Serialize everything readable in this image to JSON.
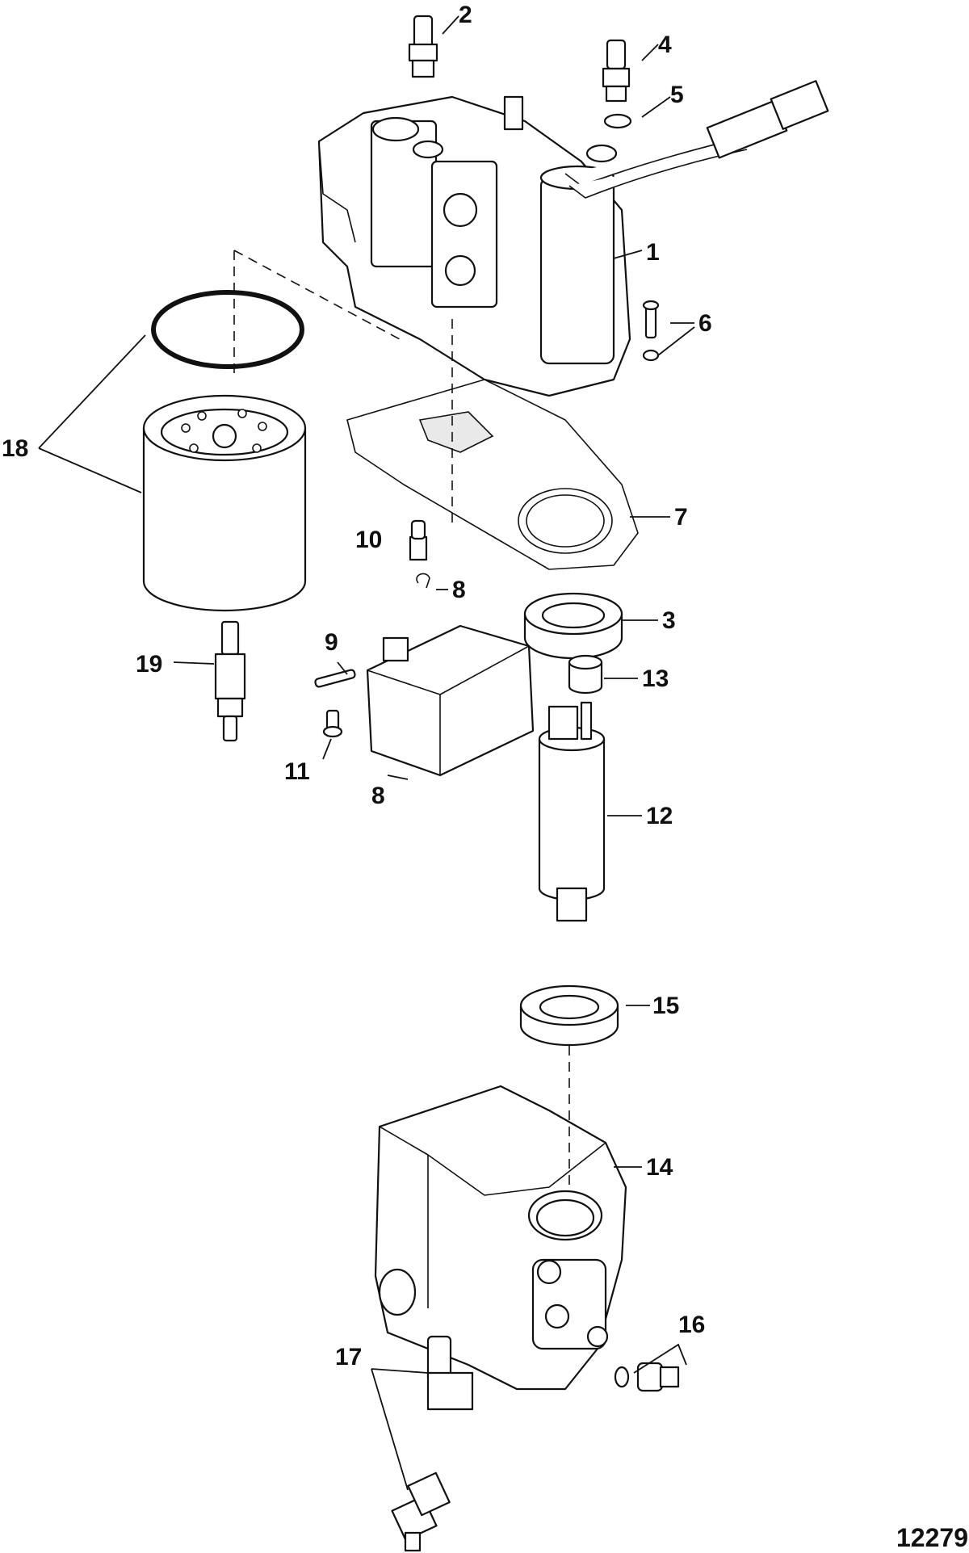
{
  "callouts": {
    "c1": "1",
    "c2": "2",
    "c3": "3",
    "c4": "4",
    "c5": "5",
    "c6": "6",
    "c7": "7",
    "c8a": "8",
    "c8b": "8",
    "c9": "9",
    "c10": "10",
    "c11": "11",
    "c12": "12",
    "c13": "13",
    "c14": "14",
    "c15": "15",
    "c16": "16",
    "c17": "17",
    "c18": "18",
    "c19": "19"
  },
  "reference_number": "12279"
}
